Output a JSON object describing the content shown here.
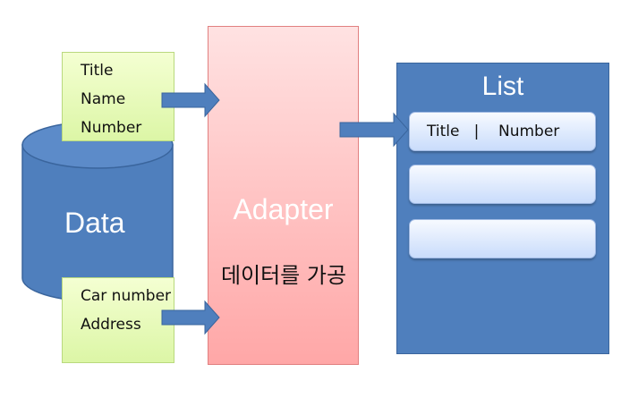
{
  "data_store": {
    "label": "Data"
  },
  "source_top": {
    "lines": [
      "Title",
      "Name",
      "Number"
    ]
  },
  "source_bottom": {
    "lines": [
      "Car number",
      "Address"
    ]
  },
  "adapter": {
    "title": "Adapter",
    "subtitle": "데이터를 가공"
  },
  "list": {
    "title": "List",
    "rows": [
      "Title   |    Number",
      "",
      ""
    ]
  },
  "colors": {
    "database": "#4f7fbd",
    "adapter": "#ffb3b3",
    "note": "#e3f8b4",
    "list": "#4f7fbd",
    "arrow": "#4f7fbd"
  }
}
